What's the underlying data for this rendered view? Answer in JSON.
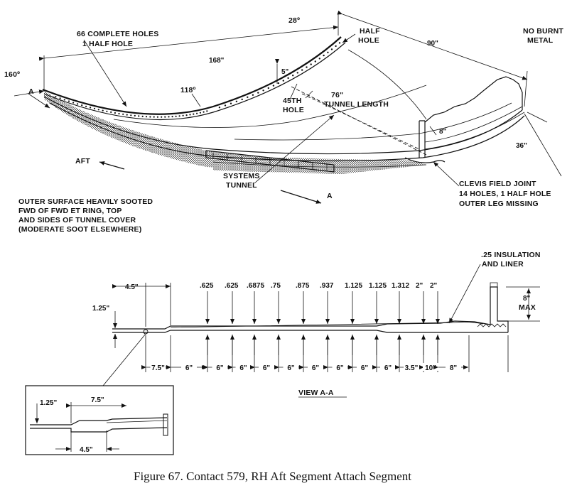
{
  "top_view": {
    "labels": {
      "holes_66_a": "66 COMPLETE HOLES",
      "holes_66_b": "1 HALF HOLE",
      "angle_28": "28º",
      "half_hole_a": "HALF",
      "half_hole_b": "HOLE",
      "no_burnt_a": "NO BURNT",
      "no_burnt_b": "METAL",
      "dim_168": "168\"",
      "dim_90": "90\"",
      "angle_160": "160º",
      "arrow_a_left": "A",
      "angle_118": "118º",
      "dim_5": "5\"",
      "tunnel_len_a": "76\"",
      "tunnel_len_b": "TUNNEL LENGTH",
      "hole_45_a": "45TH",
      "hole_45_b": "HOLE",
      "dim_8_top": "8\"",
      "dim_36": "36\"",
      "aft": "AFT",
      "systems_a": "SYSTEMS",
      "systems_b": "TUNNEL",
      "arrow_a_bottom": "A",
      "clevis_a": "CLEVIS FIELD JOINT",
      "clevis_b": "14 HOLES, 1 HALF HOLE",
      "clevis_c": "OUTER LEG MISSING",
      "soot_a": "OUTER SURFACE HEAVILY SOOTED",
      "soot_b": "FWD OF FWD ET RING, TOP",
      "soot_c": "AND SIDES OF TUNNEL COVER",
      "soot_d": "(MODERATE SOOT ELSEWHERE)"
    }
  },
  "section_view": {
    "thicknesses": [
      ".625",
      ".625",
      ".6875",
      ".75",
      ".875",
      ".937",
      "1.125",
      "1.125",
      "1.312",
      "2\"",
      "2\""
    ],
    "spacings": [
      "7.5\"",
      "6\"",
      "6\"",
      "6\"",
      "6\"",
      "6\"",
      "6\"",
      "6\"",
      "6\"",
      "6\"",
      "3.5\"",
      "10\"",
      "8\""
    ],
    "labels": {
      "dim_4_5": "4.5\"",
      "dim_1_25": "1.25\"",
      "insulation_a": ".25 INSULATION",
      "insulation_b": "AND LINER",
      "max_a": "8\"",
      "max_b": "MAX",
      "view": "VIEW   A-A"
    }
  },
  "detail_view": {
    "dim_1_25": "1.25\"",
    "dim_7_5": "7.5\"",
    "dim_4_5": "4.5\""
  },
  "caption": "Figure 67. Contact 579, RH Aft Segment Attach Segment"
}
